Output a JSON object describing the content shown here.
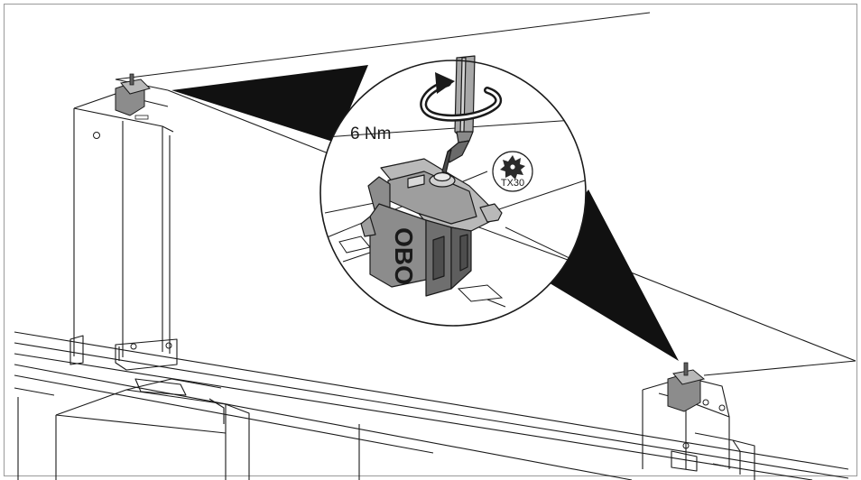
{
  "annotations": {
    "torque": "6 Nm",
    "bit": "TX30"
  },
  "logo": {
    "text": "OBO"
  },
  "colors": {
    "line": "#1a1a1a",
    "clamp_gray": "#8c8c8c",
    "clamp_dark": "#5e5e5e",
    "frame": "#9a9a9a"
  },
  "icons": {
    "rotation": "rotation-arrow-icon",
    "bit": "torx-bit-icon"
  }
}
